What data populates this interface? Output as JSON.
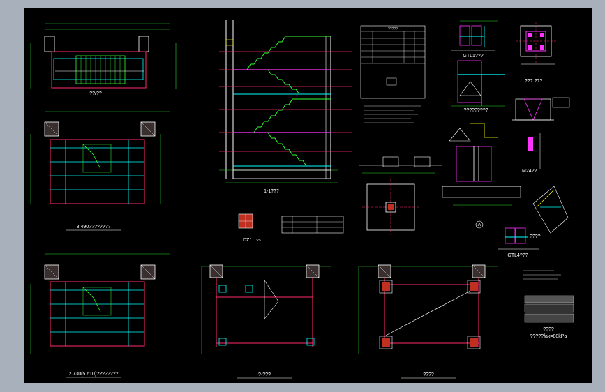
{
  "colors": {
    "background": "#a8b0bc",
    "sheet": "#000000",
    "dimension": "#2bd62b",
    "beam": "#00ffff",
    "column": "#ff2a6a",
    "stair": "#33ff33",
    "wall": "#ffffff",
    "accent": "#ffff00",
    "magenta": "#ff33ff"
  },
  "labels": {
    "plan_top": "??/??",
    "plan_mid": "8.490????????",
    "plan_bottom": "2.730(5.610)????????",
    "section": "1-1???",
    "column_detail": "DZ1",
    "column_scale": "1:25",
    "foundation_plan": "?-???",
    "foundation_plan2": "????",
    "detail_gtl1": "GTL1???",
    "detail_gtl_row": "?????????",
    "detail_gtl4": "GTL4???",
    "detail_m24": "M24??",
    "detail_right": "????",
    "detail_caption": "??? ???",
    "detail_ground": "????",
    "ground_note": "?????fak=80kPa",
    "axis_a": "A",
    "table_title": "?????"
  }
}
